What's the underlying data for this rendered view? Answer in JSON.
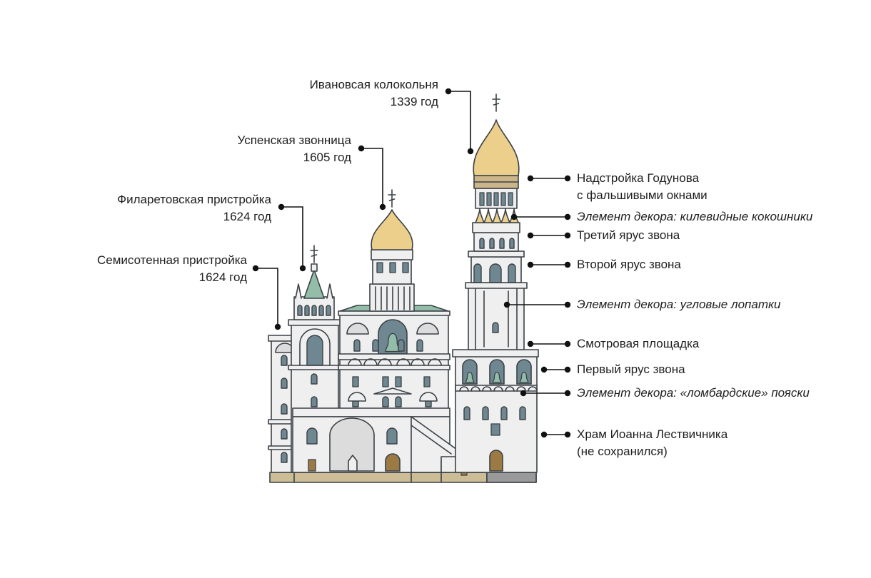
{
  "colors": {
    "stroke": "#3b4146",
    "wall": "#efefef",
    "wall_shade": "#dcdcdc",
    "gold": "#ebcf8a",
    "gold_band": "#cdb58a",
    "green": "#93bda8",
    "window": "#6f8791",
    "door": "#9c7a44",
    "ground": "#cdbd97",
    "leader": "#111111"
  },
  "labels_left": [
    {
      "line1": "Ивановсая колокольня",
      "line2": "1339 год"
    },
    {
      "line1": "Успенская звонница",
      "line2": "1605 год"
    },
    {
      "line1": "Филаретовская пристройка",
      "line2": "1624 год"
    },
    {
      "line1": "Семисотенная пристройка",
      "line2": "1624 год"
    }
  ],
  "labels_right": [
    {
      "line1": "Надстройка Годунова",
      "line2": "с фальшивыми окнами",
      "italic": false
    },
    {
      "line1": "Элемент декора: килевидные кокошники",
      "line2": "",
      "italic": true
    },
    {
      "line1": "Третий ярус звона",
      "line2": "",
      "italic": false
    },
    {
      "line1": "Второй ярус звона",
      "line2": "",
      "italic": false
    },
    {
      "line1": "Элемент декора: угловые лопатки",
      "line2": "",
      "italic": true
    },
    {
      "line1": "Смотровая площадка",
      "line2": "",
      "italic": false
    },
    {
      "line1": "Первый ярус звона",
      "line2": "",
      "italic": false
    },
    {
      "line1": "Элемент декора: «ломбардские» пояски",
      "line2": "",
      "italic": true
    },
    {
      "line1": "Храм Иоанна Лествичника",
      "line2": "(не сохранился)",
      "italic": false
    }
  ]
}
